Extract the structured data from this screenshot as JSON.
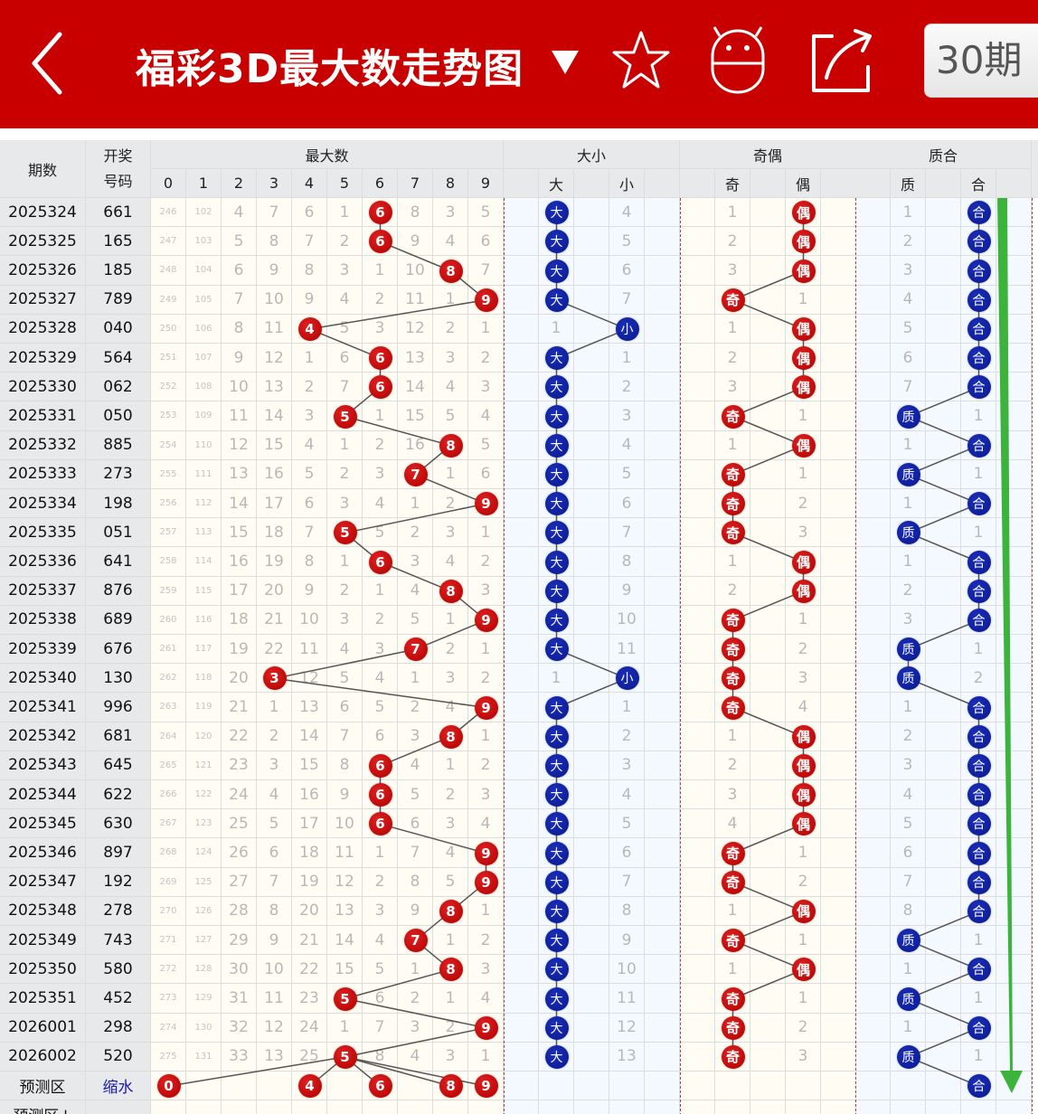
{
  "header": {
    "title": "福彩3D最大数走势图",
    "period_button": "30期",
    "colors": {
      "bar": "#c80000",
      "red_ball": "#c00000",
      "blue_ball": "#0a1890",
      "arrow": "#3cb43c"
    }
  },
  "table": {
    "col_period": "期数",
    "col_draw_line1": "开奖",
    "col_draw_line2": "号码",
    "group_max": "最大数",
    "digits": [
      "0",
      "1",
      "2",
      "3",
      "4",
      "5",
      "6",
      "7",
      "8",
      "9"
    ],
    "group_size": "大小",
    "size_labels": [
      "",
      "大",
      "",
      "小",
      ""
    ],
    "group_parity": "奇偶",
    "parity_labels": [
      "",
      "奇",
      "",
      "偶",
      ""
    ],
    "group_prime": "质合",
    "prime_labels": [
      "",
      "质",
      "",
      "合",
      ""
    ],
    "rows": [
      {
        "period": "2025324",
        "draw": "661",
        "max": 6,
        "miss": [
          246,
          102,
          4,
          7,
          6,
          1,
          0,
          8,
          3,
          5
        ],
        "size": "大",
        "size_miss": 4,
        "parity": "偶",
        "parity_miss": 1,
        "prime": "合",
        "prime_miss": 1
      },
      {
        "period": "2025325",
        "draw": "165",
        "max": 6,
        "miss": [
          247,
          103,
          5,
          8,
          7,
          2,
          0,
          9,
          4,
          6
        ],
        "size": "大",
        "size_miss": 5,
        "parity": "偶",
        "parity_miss": 2,
        "prime": "合",
        "prime_miss": 2
      },
      {
        "period": "2025326",
        "draw": "185",
        "max": 8,
        "miss": [
          248,
          104,
          6,
          9,
          8,
          3,
          1,
          10,
          0,
          7
        ],
        "size": "大",
        "size_miss": 6,
        "parity": "偶",
        "parity_miss": 3,
        "prime": "合",
        "prime_miss": 3
      },
      {
        "period": "2025327",
        "draw": "789",
        "max": 9,
        "miss": [
          249,
          105,
          7,
          10,
          9,
          4,
          2,
          11,
          1,
          0
        ],
        "size": "大",
        "size_miss": 7,
        "parity": "奇",
        "parity_miss": 1,
        "prime": "合",
        "prime_miss": 4
      },
      {
        "period": "2025328",
        "draw": "040",
        "max": 4,
        "miss": [
          250,
          106,
          8,
          11,
          0,
          5,
          3,
          12,
          2,
          1
        ],
        "size": "小",
        "size_miss": 1,
        "parity": "偶",
        "parity_miss": 1,
        "prime": "合",
        "prime_miss": 5
      },
      {
        "period": "2025329",
        "draw": "564",
        "max": 6,
        "miss": [
          251,
          107,
          9,
          12,
          1,
          6,
          0,
          13,
          3,
          2
        ],
        "size": "大",
        "size_miss": 1,
        "parity": "偶",
        "parity_miss": 2,
        "prime": "合",
        "prime_miss": 6
      },
      {
        "period": "2025330",
        "draw": "062",
        "max": 6,
        "miss": [
          252,
          108,
          10,
          13,
          2,
          7,
          0,
          14,
          4,
          3
        ],
        "size": "大",
        "size_miss": 2,
        "parity": "偶",
        "parity_miss": 3,
        "prime": "合",
        "prime_miss": 7
      },
      {
        "period": "2025331",
        "draw": "050",
        "max": 5,
        "miss": [
          253,
          109,
          11,
          14,
          3,
          0,
          1,
          15,
          5,
          4
        ],
        "size": "大",
        "size_miss": 3,
        "parity": "奇",
        "parity_miss": 1,
        "prime": "质",
        "prime_miss": 1
      },
      {
        "period": "2025332",
        "draw": "885",
        "max": 8,
        "miss": [
          254,
          110,
          12,
          15,
          4,
          1,
          2,
          16,
          0,
          5
        ],
        "size": "大",
        "size_miss": 4,
        "parity": "偶",
        "parity_miss": 1,
        "prime": "合",
        "prime_miss": 1
      },
      {
        "period": "2025333",
        "draw": "273",
        "max": 7,
        "miss": [
          255,
          111,
          13,
          16,
          5,
          2,
          3,
          0,
          1,
          6
        ],
        "size": "大",
        "size_miss": 5,
        "parity": "奇",
        "parity_miss": 1,
        "prime": "质",
        "prime_miss": 1
      },
      {
        "period": "2025334",
        "draw": "198",
        "max": 9,
        "miss": [
          256,
          112,
          14,
          17,
          6,
          3,
          4,
          1,
          2,
          0
        ],
        "size": "大",
        "size_miss": 6,
        "parity": "奇",
        "parity_miss": 2,
        "prime": "合",
        "prime_miss": 1
      },
      {
        "period": "2025335",
        "draw": "051",
        "max": 5,
        "miss": [
          257,
          113,
          15,
          18,
          7,
          0,
          5,
          2,
          3,
          1
        ],
        "size": "大",
        "size_miss": 7,
        "parity": "奇",
        "parity_miss": 3,
        "prime": "质",
        "prime_miss": 1
      },
      {
        "period": "2025336",
        "draw": "641",
        "max": 6,
        "miss": [
          258,
          114,
          16,
          19,
          8,
          1,
          0,
          3,
          4,
          2
        ],
        "size": "大",
        "size_miss": 8,
        "parity": "偶",
        "parity_miss": 1,
        "prime": "合",
        "prime_miss": 1
      },
      {
        "period": "2025337",
        "draw": "876",
        "max": 8,
        "miss": [
          259,
          115,
          17,
          20,
          9,
          2,
          1,
          4,
          0,
          3
        ],
        "size": "大",
        "size_miss": 9,
        "parity": "偶",
        "parity_miss": 2,
        "prime": "合",
        "prime_miss": 2
      },
      {
        "period": "2025338",
        "draw": "689",
        "max": 9,
        "miss": [
          260,
          116,
          18,
          21,
          10,
          3,
          2,
          5,
          1,
          0
        ],
        "size": "大",
        "size_miss": 10,
        "parity": "奇",
        "parity_miss": 1,
        "prime": "合",
        "prime_miss": 3
      },
      {
        "period": "2025339",
        "draw": "676",
        "max": 7,
        "miss": [
          261,
          117,
          19,
          22,
          11,
          4,
          3,
          0,
          2,
          1
        ],
        "size": "大",
        "size_miss": 11,
        "parity": "奇",
        "parity_miss": 2,
        "prime": "质",
        "prime_miss": 1
      },
      {
        "period": "2025340",
        "draw": "130",
        "max": 3,
        "miss": [
          262,
          118,
          20,
          0,
          12,
          5,
          4,
          1,
          3,
          2
        ],
        "size": "小",
        "size_miss": 1,
        "parity": "奇",
        "parity_miss": 3,
        "prime": "质",
        "prime_miss": 2
      },
      {
        "period": "2025341",
        "draw": "996",
        "max": 9,
        "miss": [
          263,
          119,
          21,
          1,
          13,
          6,
          5,
          2,
          4,
          0
        ],
        "size": "大",
        "size_miss": 1,
        "parity": "奇",
        "parity_miss": 4,
        "prime": "合",
        "prime_miss": 1
      },
      {
        "period": "2025342",
        "draw": "681",
        "max": 8,
        "miss": [
          264,
          120,
          22,
          2,
          14,
          7,
          6,
          3,
          0,
          1
        ],
        "size": "大",
        "size_miss": 2,
        "parity": "偶",
        "parity_miss": 1,
        "prime": "合",
        "prime_miss": 2
      },
      {
        "period": "2025343",
        "draw": "645",
        "max": 6,
        "miss": [
          265,
          121,
          23,
          3,
          15,
          8,
          0,
          4,
          1,
          2
        ],
        "size": "大",
        "size_miss": 3,
        "parity": "偶",
        "parity_miss": 2,
        "prime": "合",
        "prime_miss": 3
      },
      {
        "period": "2025344",
        "draw": "622",
        "max": 6,
        "miss": [
          266,
          122,
          24,
          4,
          16,
          9,
          0,
          5,
          2,
          3
        ],
        "size": "大",
        "size_miss": 4,
        "parity": "偶",
        "parity_miss": 3,
        "prime": "合",
        "prime_miss": 4
      },
      {
        "period": "2025345",
        "draw": "630",
        "max": 6,
        "miss": [
          267,
          123,
          25,
          5,
          17,
          10,
          0,
          6,
          3,
          4
        ],
        "size": "大",
        "size_miss": 5,
        "parity": "偶",
        "parity_miss": 4,
        "prime": "合",
        "prime_miss": 5
      },
      {
        "period": "2025346",
        "draw": "897",
        "max": 9,
        "miss": [
          268,
          124,
          26,
          6,
          18,
          11,
          1,
          7,
          4,
          0
        ],
        "size": "大",
        "size_miss": 6,
        "parity": "奇",
        "parity_miss": 1,
        "prime": "合",
        "prime_miss": 6
      },
      {
        "period": "2025347",
        "draw": "192",
        "max": 9,
        "miss": [
          269,
          125,
          27,
          7,
          19,
          12,
          2,
          8,
          5,
          0
        ],
        "size": "大",
        "size_miss": 7,
        "parity": "奇",
        "parity_miss": 2,
        "prime": "合",
        "prime_miss": 7
      },
      {
        "period": "2025348",
        "draw": "278",
        "max": 8,
        "miss": [
          270,
          126,
          28,
          8,
          20,
          13,
          3,
          9,
          0,
          1
        ],
        "size": "大",
        "size_miss": 8,
        "parity": "偶",
        "parity_miss": 1,
        "prime": "合",
        "prime_miss": 8
      },
      {
        "period": "2025349",
        "draw": "743",
        "max": 7,
        "miss": [
          271,
          127,
          29,
          9,
          21,
          14,
          4,
          0,
          1,
          2
        ],
        "size": "大",
        "size_miss": 9,
        "parity": "奇",
        "parity_miss": 1,
        "prime": "质",
        "prime_miss": 1
      },
      {
        "period": "2025350",
        "draw": "580",
        "max": 8,
        "miss": [
          272,
          128,
          30,
          10,
          22,
          15,
          5,
          1,
          0,
          3
        ],
        "size": "大",
        "size_miss": 10,
        "parity": "偶",
        "parity_miss": 1,
        "prime": "合",
        "prime_miss": 1
      },
      {
        "period": "2025351",
        "draw": "452",
        "max": 5,
        "miss": [
          273,
          129,
          31,
          11,
          23,
          0,
          6,
          2,
          1,
          4
        ],
        "size": "大",
        "size_miss": 11,
        "parity": "奇",
        "parity_miss": 1,
        "prime": "质",
        "prime_miss": 1
      },
      {
        "period": "2026001",
        "draw": "298",
        "max": 9,
        "miss": [
          274,
          130,
          32,
          12,
          24,
          1,
          7,
          3,
          2,
          0
        ],
        "size": "大",
        "size_miss": 12,
        "parity": "奇",
        "parity_miss": 2,
        "prime": "合",
        "prime_miss": 1
      },
      {
        "period": "2026002",
        "draw": "520",
        "max": 5,
        "miss": [
          275,
          131,
          33,
          13,
          25,
          0,
          8,
          4,
          3,
          1
        ],
        "size": "大",
        "size_miss": 13,
        "parity": "奇",
        "parity_miss": 3,
        "prime": "质",
        "prime_miss": 1
      }
    ],
    "predict_row": {
      "label": "预测区",
      "draw_label": "缩水",
      "balls": [
        0,
        4,
        6,
        8,
        9
      ],
      "prime_ball": "合"
    },
    "predict_row2": {
      "label": "预测区↓"
    }
  }
}
